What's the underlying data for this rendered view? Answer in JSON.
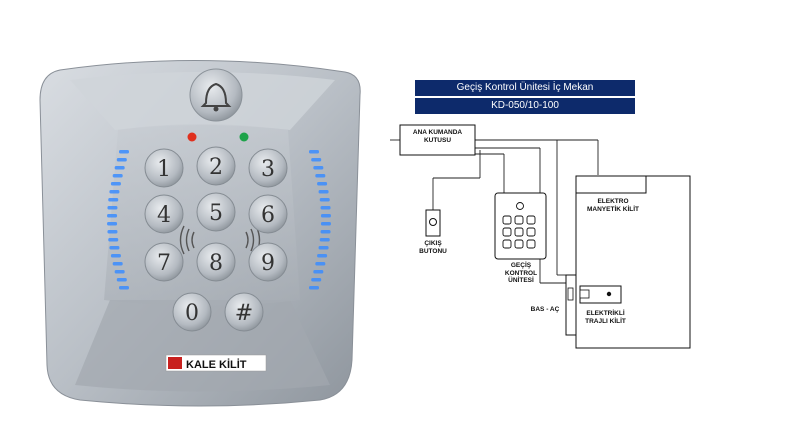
{
  "header": {
    "title": "Geçiş Kontrol Ünitesi İç Mekan",
    "model": "KD-050/10-100"
  },
  "device": {
    "brand": "KALE KİLİT",
    "bell_icon": "bell-icon",
    "indicators": {
      "left_color": "#e0301e",
      "right_color": "#1ea34a"
    },
    "keys": [
      "1",
      "2",
      "3",
      "4",
      "5",
      "6",
      "7",
      "8",
      "9",
      "0",
      "#"
    ],
    "led_color": "#3a8cff"
  },
  "diagram": {
    "control_box": "ANA KUMANDA\nKUTUSU",
    "exit_button": "ÇIKIŞ\nBUTONU",
    "access_unit": "GEÇİŞ\nKONTROL\nÜNİTESİ",
    "maglock": "ELEKTRO\nMANYETİK KİLİT",
    "push_open": "BAS - AÇ",
    "electric_lock": "ELEKTRİKLİ\nTRAJLI KİLİT"
  }
}
